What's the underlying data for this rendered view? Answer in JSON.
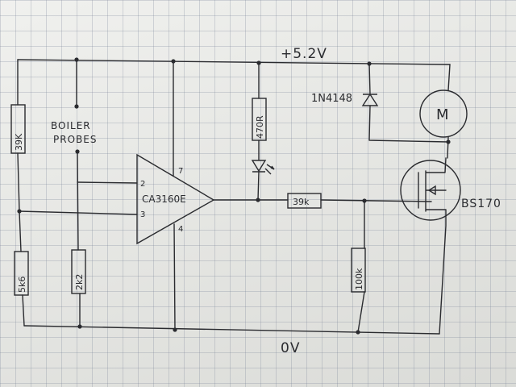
{
  "labels": {
    "supply": "+5.2V",
    "ground": "0V",
    "probes_line1": "BOILER",
    "probes_line2": "PROBES",
    "opamp": "CA3160E",
    "pin2": "2",
    "pin3": "3",
    "pin7": "7",
    "pin4": "4",
    "r_top_left": "39K",
    "r_bottom_left": "5k6",
    "r_probe": "2k2",
    "r_led": "470R",
    "r_gate": "39k",
    "r_pulldown": "100k",
    "diode": "1N4148",
    "motor": "M",
    "mosfet": "BS170"
  }
}
